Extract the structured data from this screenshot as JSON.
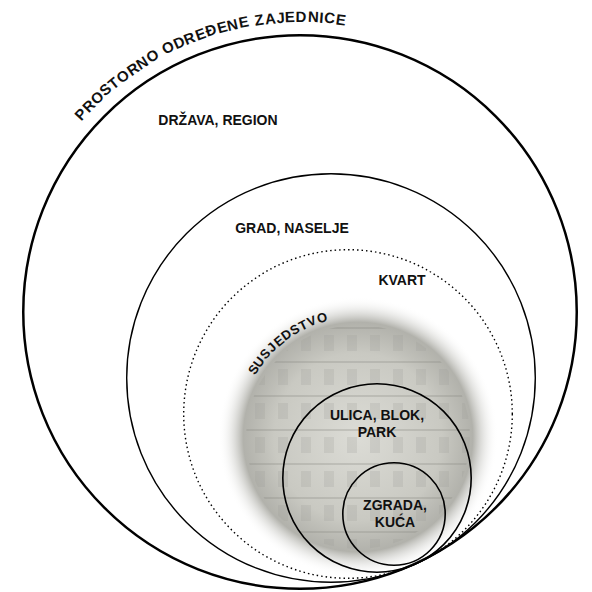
{
  "diagram": {
    "nodes": [
      {
        "text": [
          "PROSTORNO ODREĐENE ZAJEDNICE",
          "DRŽAVA, REGION"
        ]
      },
      {
        "text": [
          "GRAD, NASELJE"
        ],
        "in": 0
      },
      {
        "text": [
          "KVART"
        ],
        "in": 1
      },
      {
        "text": [
          "SUSJEDSTVO"
        ],
        "in": 2
      },
      {
        "text": [
          "ULICA, BLOK, PARK"
        ],
        "in": 3
      },
      {
        "text": [
          "ZGRADA, KUĆA"
        ],
        "in": 4
      }
    ]
  }
}
